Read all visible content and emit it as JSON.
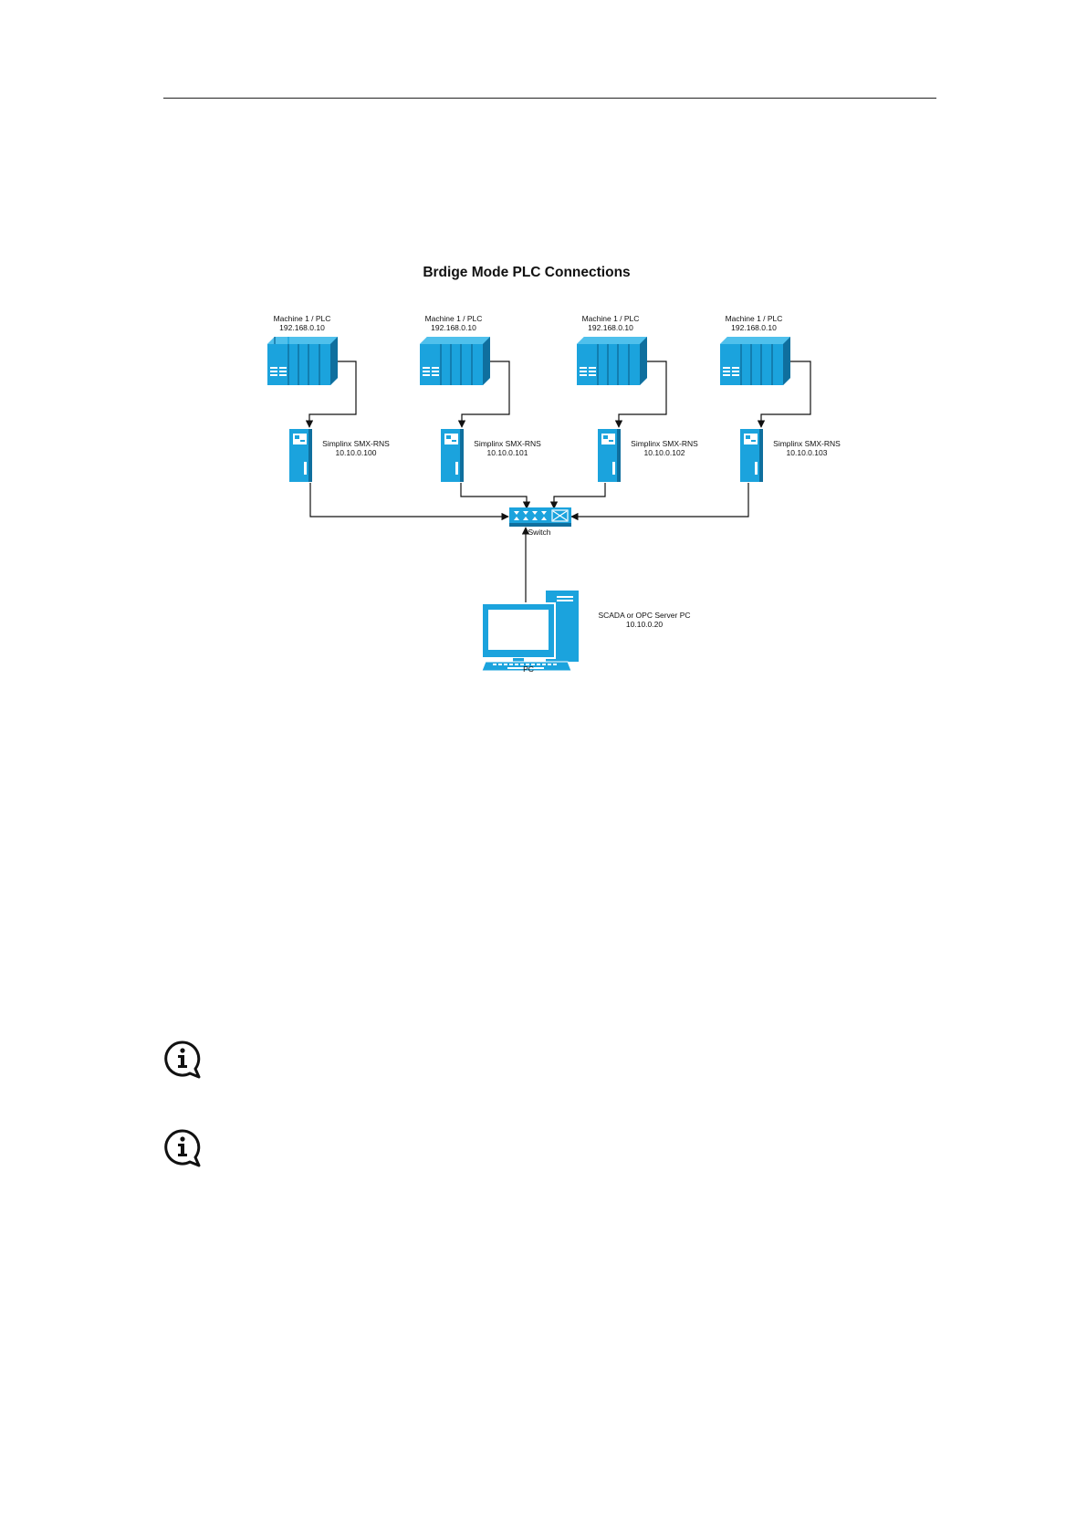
{
  "diagram": {
    "title": "Brdige Mode PLC Connections",
    "plcs": [
      {
        "name": "Machine 1 / PLC",
        "ip": "192.168.0.10"
      },
      {
        "name": "Machine 1 / PLC",
        "ip": "192.168.0.10"
      },
      {
        "name": "Machine 1 / PLC",
        "ip": "192.168.0.10"
      },
      {
        "name": "Machine 1 / PLC",
        "ip": "192.168.0.10"
      }
    ],
    "gateways": [
      {
        "name": "Simplinx SMX-RNS",
        "ip": "10.10.0.100"
      },
      {
        "name": "Simplinx SMX-RNS",
        "ip": "10.10.0.101"
      },
      {
        "name": "Simplinx SMX-RNS",
        "ip": "10.10.0.102"
      },
      {
        "name": "Simplinx SMX-RNS",
        "ip": "10.10.0.103"
      }
    ],
    "switch_label": "Switch",
    "pc": {
      "name": "SCADA or OPC Server PC",
      "ip": "10.10.0.20",
      "label": "PC"
    },
    "device_color": "#1ba3dd",
    "device_dark_color": "#0f6f9e"
  },
  "icons": [
    "info-icon",
    "info-icon"
  ]
}
